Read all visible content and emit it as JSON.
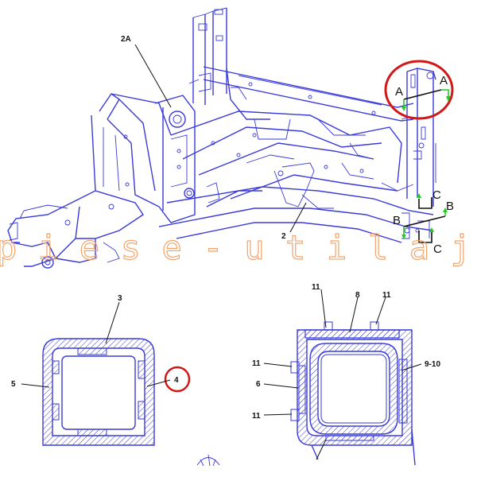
{
  "colors": {
    "line": "#3a3ad8",
    "label": "#111111",
    "highlight": "#d01818",
    "arrow": "#22cc22",
    "watermark": "#f2a46b"
  },
  "watermark": "piese-utilaj",
  "labels": {
    "frame_main": "2",
    "frame_pivot": "2A",
    "left_top": "3",
    "left_right": "4",
    "left_left": "5",
    "right_top_left": "11",
    "right_top_mid": "8",
    "right_top_right": "11",
    "right_side_top": "11",
    "right_side_mid": "6",
    "right_side_bottom": "11",
    "right_right": "9-10"
  },
  "sections": {
    "a_left": "A",
    "a_right": "A",
    "b_left": "B",
    "b_right": "B",
    "c_top": "C",
    "c_bottom": "C"
  }
}
